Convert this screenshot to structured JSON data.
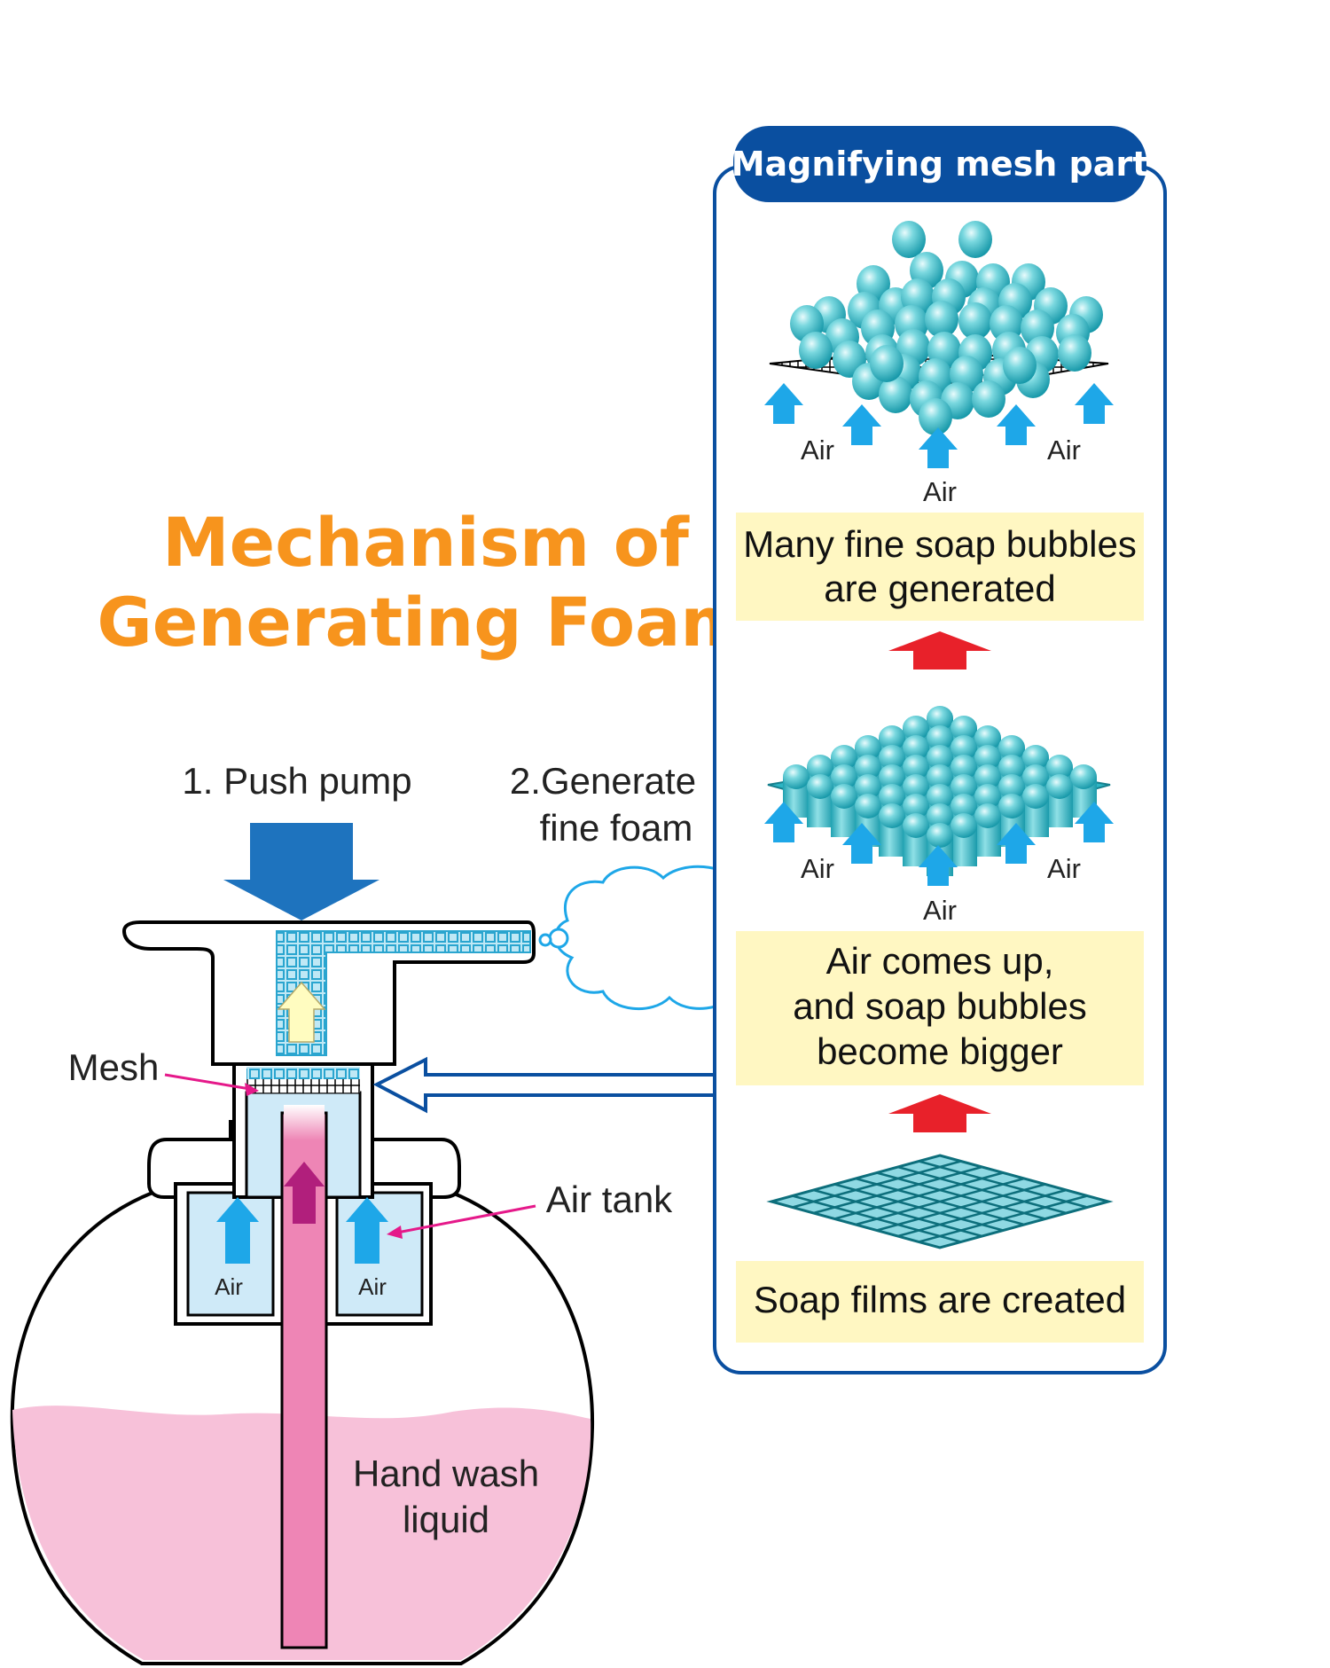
{
  "title": {
    "line1": "Mechanism of",
    "line2": "Generating Foam"
  },
  "steps": {
    "push": "1. Push pump",
    "generate_line1": "2.Generate",
    "generate_line2": "fine foam"
  },
  "labels": {
    "mesh": "Mesh",
    "air_tank": "Air tank",
    "air_left": "Air",
    "air_right": "Air",
    "liquid_line1": "Hand wash",
    "liquid_line2": "liquid"
  },
  "panel": {
    "header": "Magnifying mesh part",
    "stage1": {
      "text": "Soap films are created"
    },
    "stage2": {
      "text_line1": "Air comes up,",
      "text_line2": "and soap bubbles",
      "text_line3": "become bigger",
      "air_left": "Air",
      "air_center": "Air",
      "air_right": "Air"
    },
    "stage3": {
      "text_line1": "Many fine soap bubbles",
      "text_line2": "are generated",
      "air_left": "Air",
      "air_center": "Air",
      "air_right": "Air"
    }
  },
  "colors": {
    "title": "#f7941d",
    "panel_border": "#0a4fa0",
    "panel_header_bg": "#0a4fa0",
    "caption_box_bg": "#fff7c2",
    "air_arrow": "#1ea7e8",
    "liquid": "#f7c1d9",
    "tube": "#ee85b5",
    "bubble": "#5ccdd6",
    "stage_arrow": "#e8212a",
    "push_arrow": "#1e73be"
  }
}
